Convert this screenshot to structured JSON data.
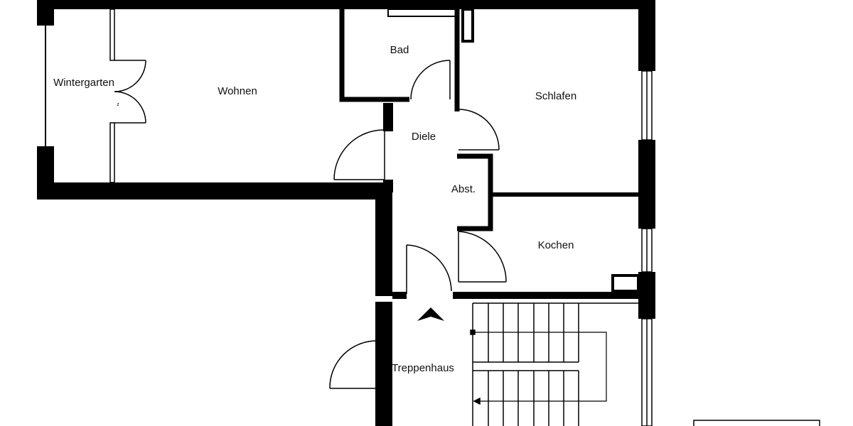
{
  "rooms": {
    "wintergarten": "Wintergarten",
    "wohnen": "Wohnen",
    "bad": "Bad",
    "schlafen": "Schlafen",
    "diele": "Diele",
    "abst": "Abst.",
    "kochen": "Kochen",
    "treppenhaus": "Treppenhaus"
  },
  "marks": {
    "door_z": "z"
  },
  "colors": {
    "wall": "#000000",
    "line": "#000000",
    "background": "#ffffff"
  }
}
